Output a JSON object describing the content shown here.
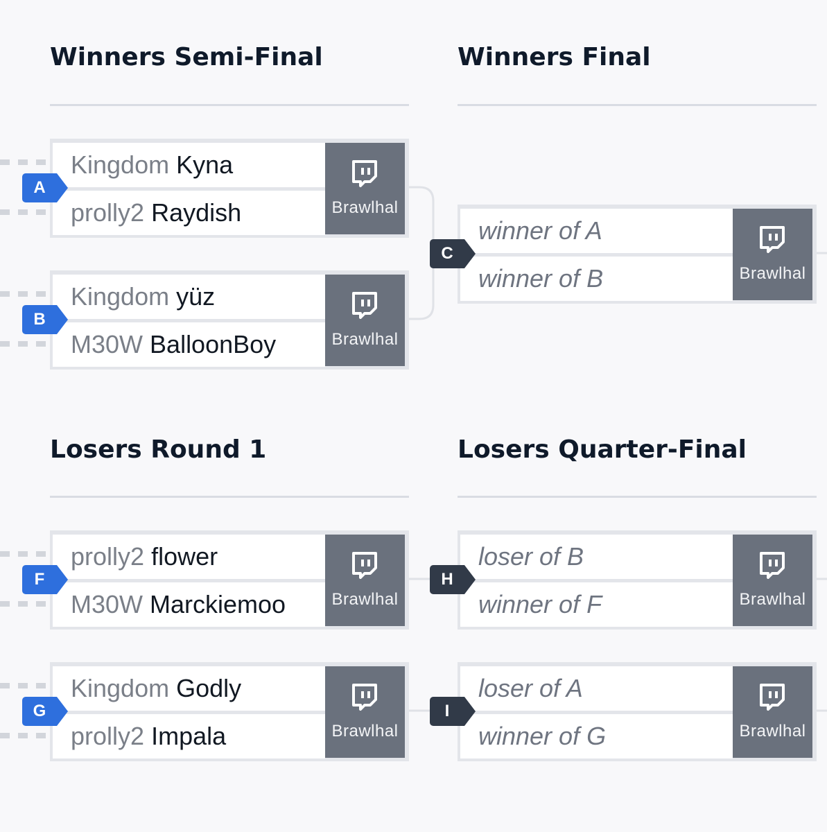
{
  "rounds": {
    "winners_semi": "Winners Semi-Final",
    "winners_final": "Winners Final",
    "losers_r1": "Losers Round 1",
    "losers_qf": "Losers Quarter-Final"
  },
  "stream_label": "Brawlhal",
  "matches": {
    "A": {
      "badge": "A",
      "p1_team": "Kingdom",
      "p1_name": "Kyna",
      "p2_team": "prolly2",
      "p2_name": "Raydish"
    },
    "B": {
      "badge": "B",
      "p1_team": "Kingdom",
      "p1_name": "yüz",
      "p2_team": "M30W",
      "p2_name": "BalloonBoy"
    },
    "C": {
      "badge": "C",
      "p1": "winner of A",
      "p2": "winner of B"
    },
    "F": {
      "badge": "F",
      "p1_team": "prolly2",
      "p1_name": "flower",
      "p2_team": "M30W",
      "p2_name": "Marckiemoo"
    },
    "G": {
      "badge": "G",
      "p1_team": "Kingdom",
      "p1_name": "Godly",
      "p2_team": "prolly2",
      "p2_name": "Impala"
    },
    "H": {
      "badge": "H",
      "p1": "loser of B",
      "p2": "winner of F"
    },
    "I": {
      "badge": "I",
      "p1": "loser of A",
      "p2": "winner of G"
    }
  },
  "colors": {
    "winners_badge": "#2e6fdd",
    "later_badge": "#313a48",
    "stream_tile": "#6a717d"
  },
  "icons": {
    "stream": "twitch-icon"
  }
}
